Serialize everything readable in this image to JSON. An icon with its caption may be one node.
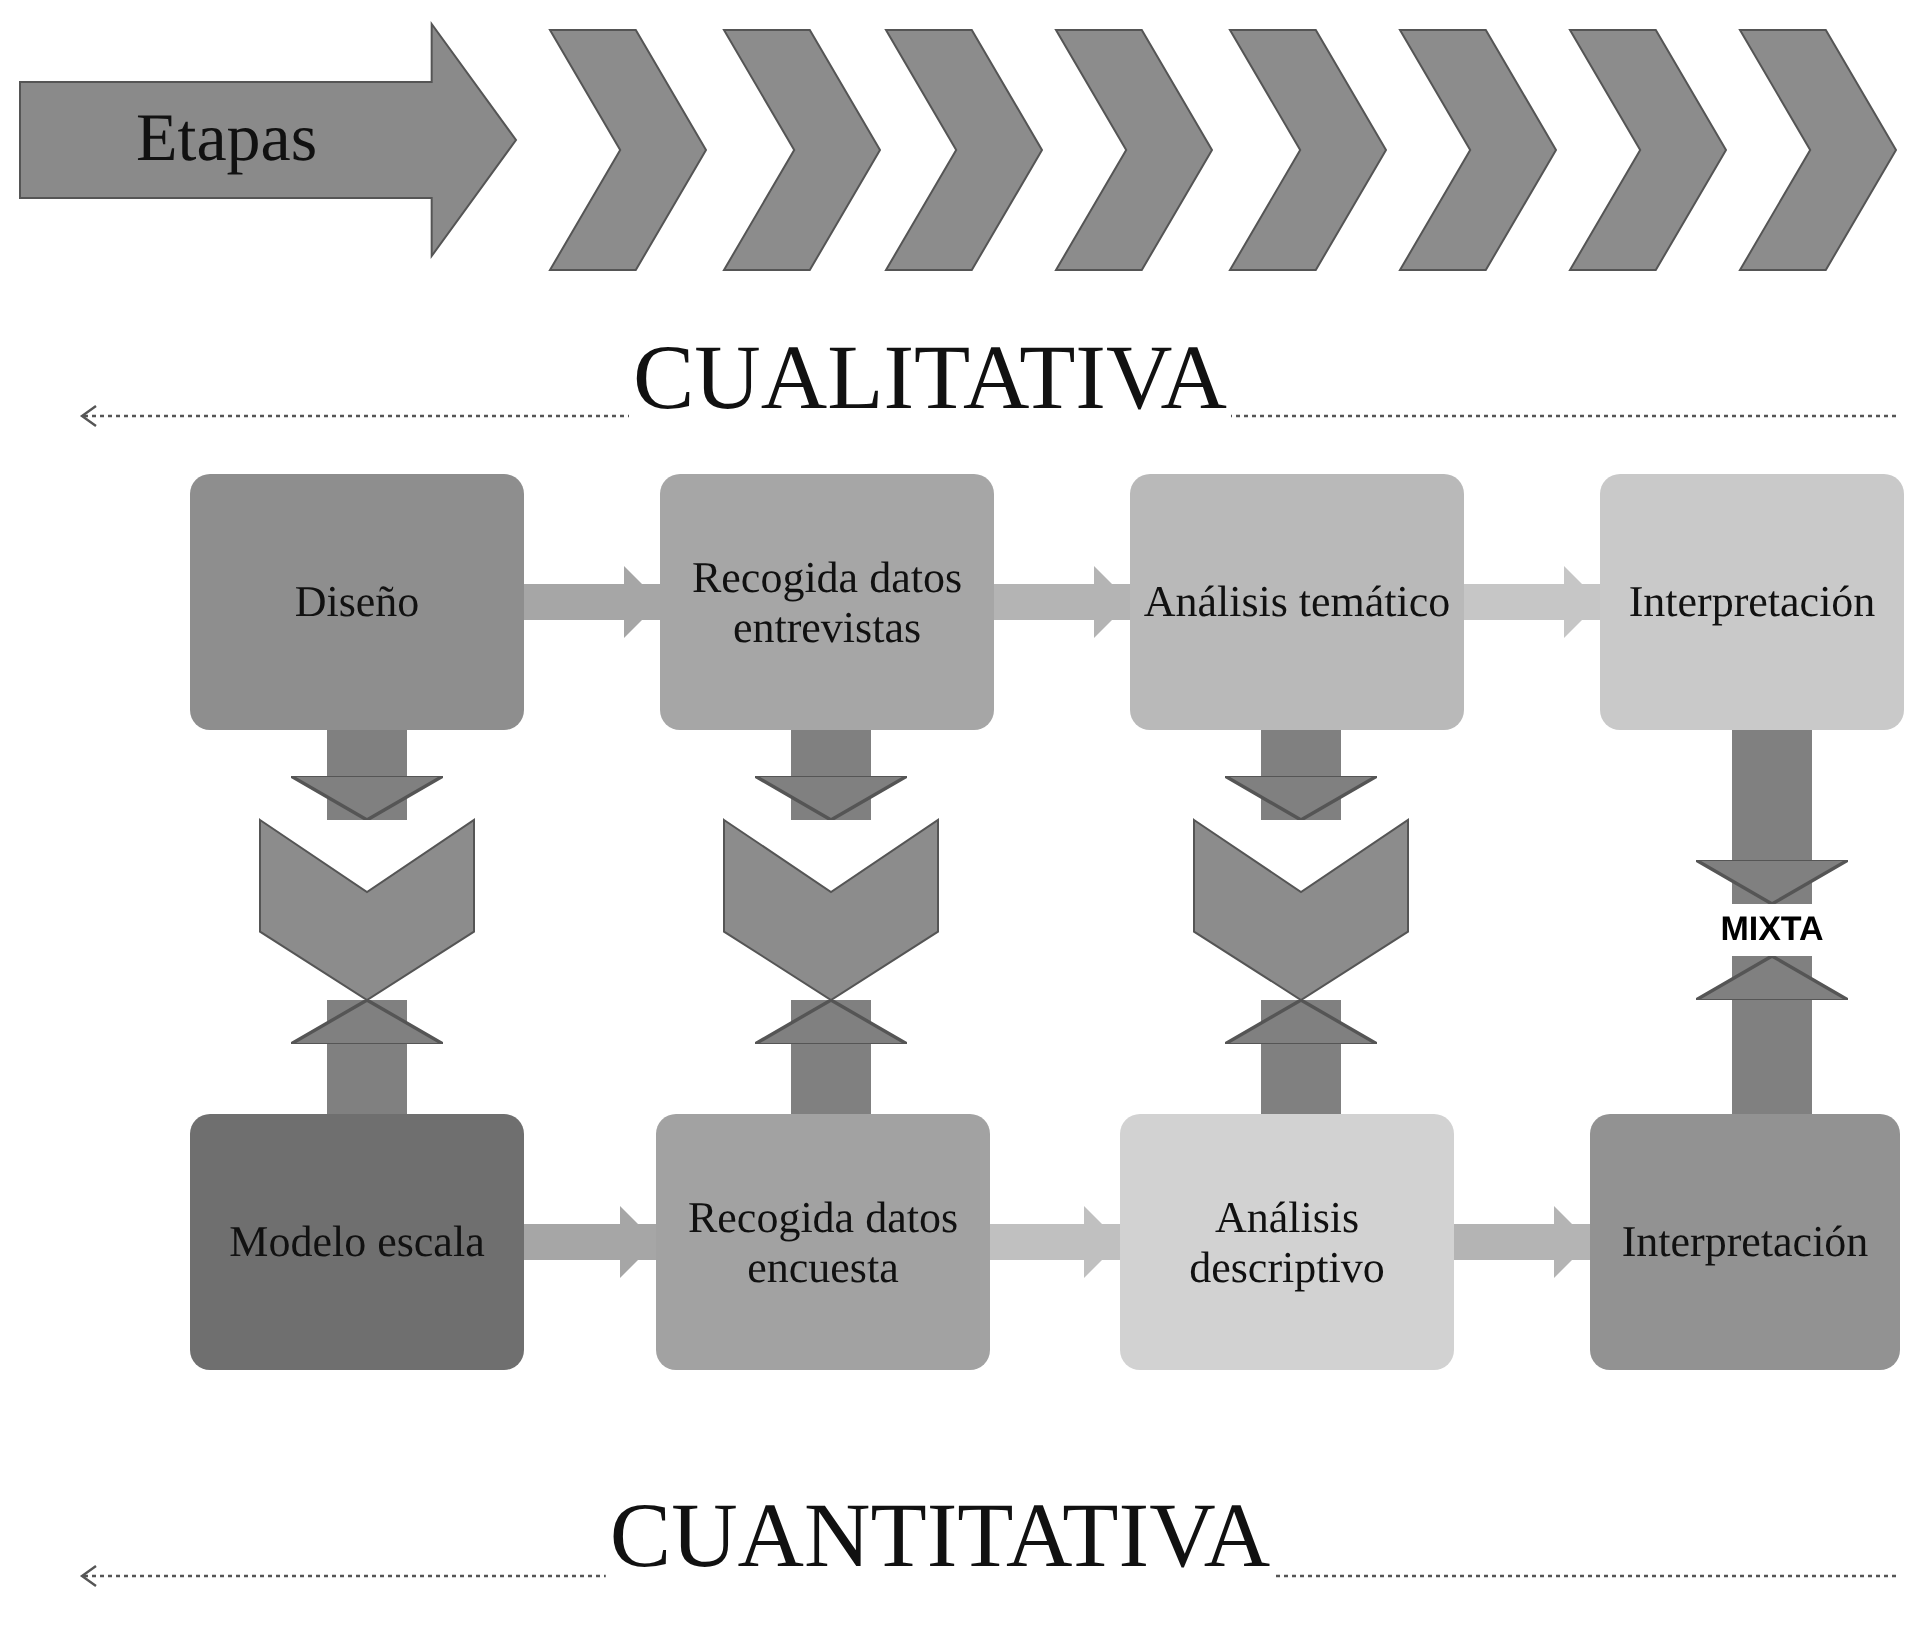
{
  "diagram": {
    "nodes": [
      {
        "text": [
          "Etapas"
        ]
      },
      {
        "text": [],
        "shape": "chevron"
      },
      {
        "text": [],
        "shape": "chevron"
      },
      {
        "text": [],
        "shape": "chevron"
      },
      {
        "text": [],
        "shape": "chevron"
      },
      {
        "text": [],
        "shape": "chevron"
      },
      {
        "text": [],
        "shape": "chevron"
      },
      {
        "text": [],
        "shape": "chevron"
      },
      {
        "text": [],
        "shape": "chevron"
      },
      {
        "text": [
          "Diseño"
        ]
      },
      {
        "text": [
          "Recogida datos entrevistas"
        ]
      },
      {
        "text": [
          "Análisis temático"
        ]
      },
      {
        "text": [
          "Interpretación"
        ]
      },
      {
        "text": [],
        "shape": "chevron"
      },
      {
        "text": [],
        "shape": "chevron"
      },
      {
        "text": [],
        "shape": "chevron"
      },
      {
        "text": [
          "MIXTA"
        ]
      },
      {
        "text": [
          "Modelo escala"
        ]
      },
      {
        "text": [
          "Recogida datos encuesta"
        ]
      },
      {
        "text": [
          "Análisis descriptivo"
        ]
      },
      {
        "text": [
          "Interpretación"
        ]
      }
    ],
    "edges": [
      {
        "from": 9,
        "to": 10,
        "arrow": "to",
        "color": "#a6a6a6"
      },
      {
        "from": 10,
        "to": 11,
        "arrow": "to",
        "color": "#b4b4b4"
      },
      {
        "from": 11,
        "to": 12,
        "arrow": "to",
        "color": "#c6c6c6"
      },
      {
        "from": 9,
        "to": 13,
        "arrow": "to"
      },
      {
        "from": 10,
        "to": 14,
        "arrow": "to"
      },
      {
        "from": 11,
        "to": 15,
        "arrow": "to"
      },
      {
        "from": 12,
        "to": 16,
        "arrow": "to"
      },
      {
        "from": 17,
        "to": 13,
        "arrow": "to"
      },
      {
        "from": 18,
        "to": 14,
        "arrow": "to"
      },
      {
        "from": 19,
        "to": 15,
        "arrow": "to"
      },
      {
        "from": 20,
        "to": 16,
        "arrow": "to"
      },
      {
        "from": 17,
        "to": 18,
        "arrow": "to",
        "color": "#a6a6a6"
      },
      {
        "from": 18,
        "to": 19,
        "arrow": "to",
        "color": "#c0c0c0"
      },
      {
        "from": 19,
        "to": 20,
        "arrow": "to",
        "color": "#b4b4b4"
      }
    ],
    "labels": [
      "CUALITATIVA",
      "CUANTITATIVA"
    ]
  }
}
